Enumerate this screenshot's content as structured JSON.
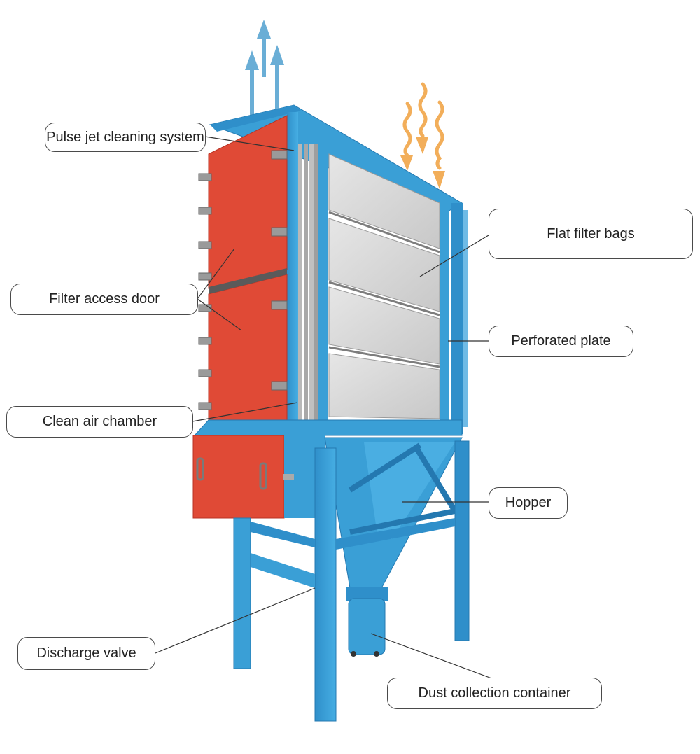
{
  "labels": {
    "pulse_jet": "Pulse jet cleaning system",
    "flat_filter_bags": "Flat filter bags",
    "filter_access_door": "Filter access door",
    "perforated_plate": "Perforated plate",
    "clean_air_chamber": "Clean air chamber",
    "hopper": "Hopper",
    "discharge_valve": "Discharge valve",
    "dust_collection_container": "Dust collection container"
  },
  "colors": {
    "frame_blue": "#3a9fd6",
    "frame_blue_dark": "#2478b0",
    "door_red": "#e04a36",
    "door_red_dark": "#b83324",
    "filter_grey": "#d4d4d4",
    "clean_air_arrow": "#6aaed6",
    "dirty_air_arrow": "#f2ae5a"
  },
  "icons": {
    "clean_air_out": "up-arrow-icon",
    "dirty_air_in": "wavy-down-arrow-icon"
  }
}
